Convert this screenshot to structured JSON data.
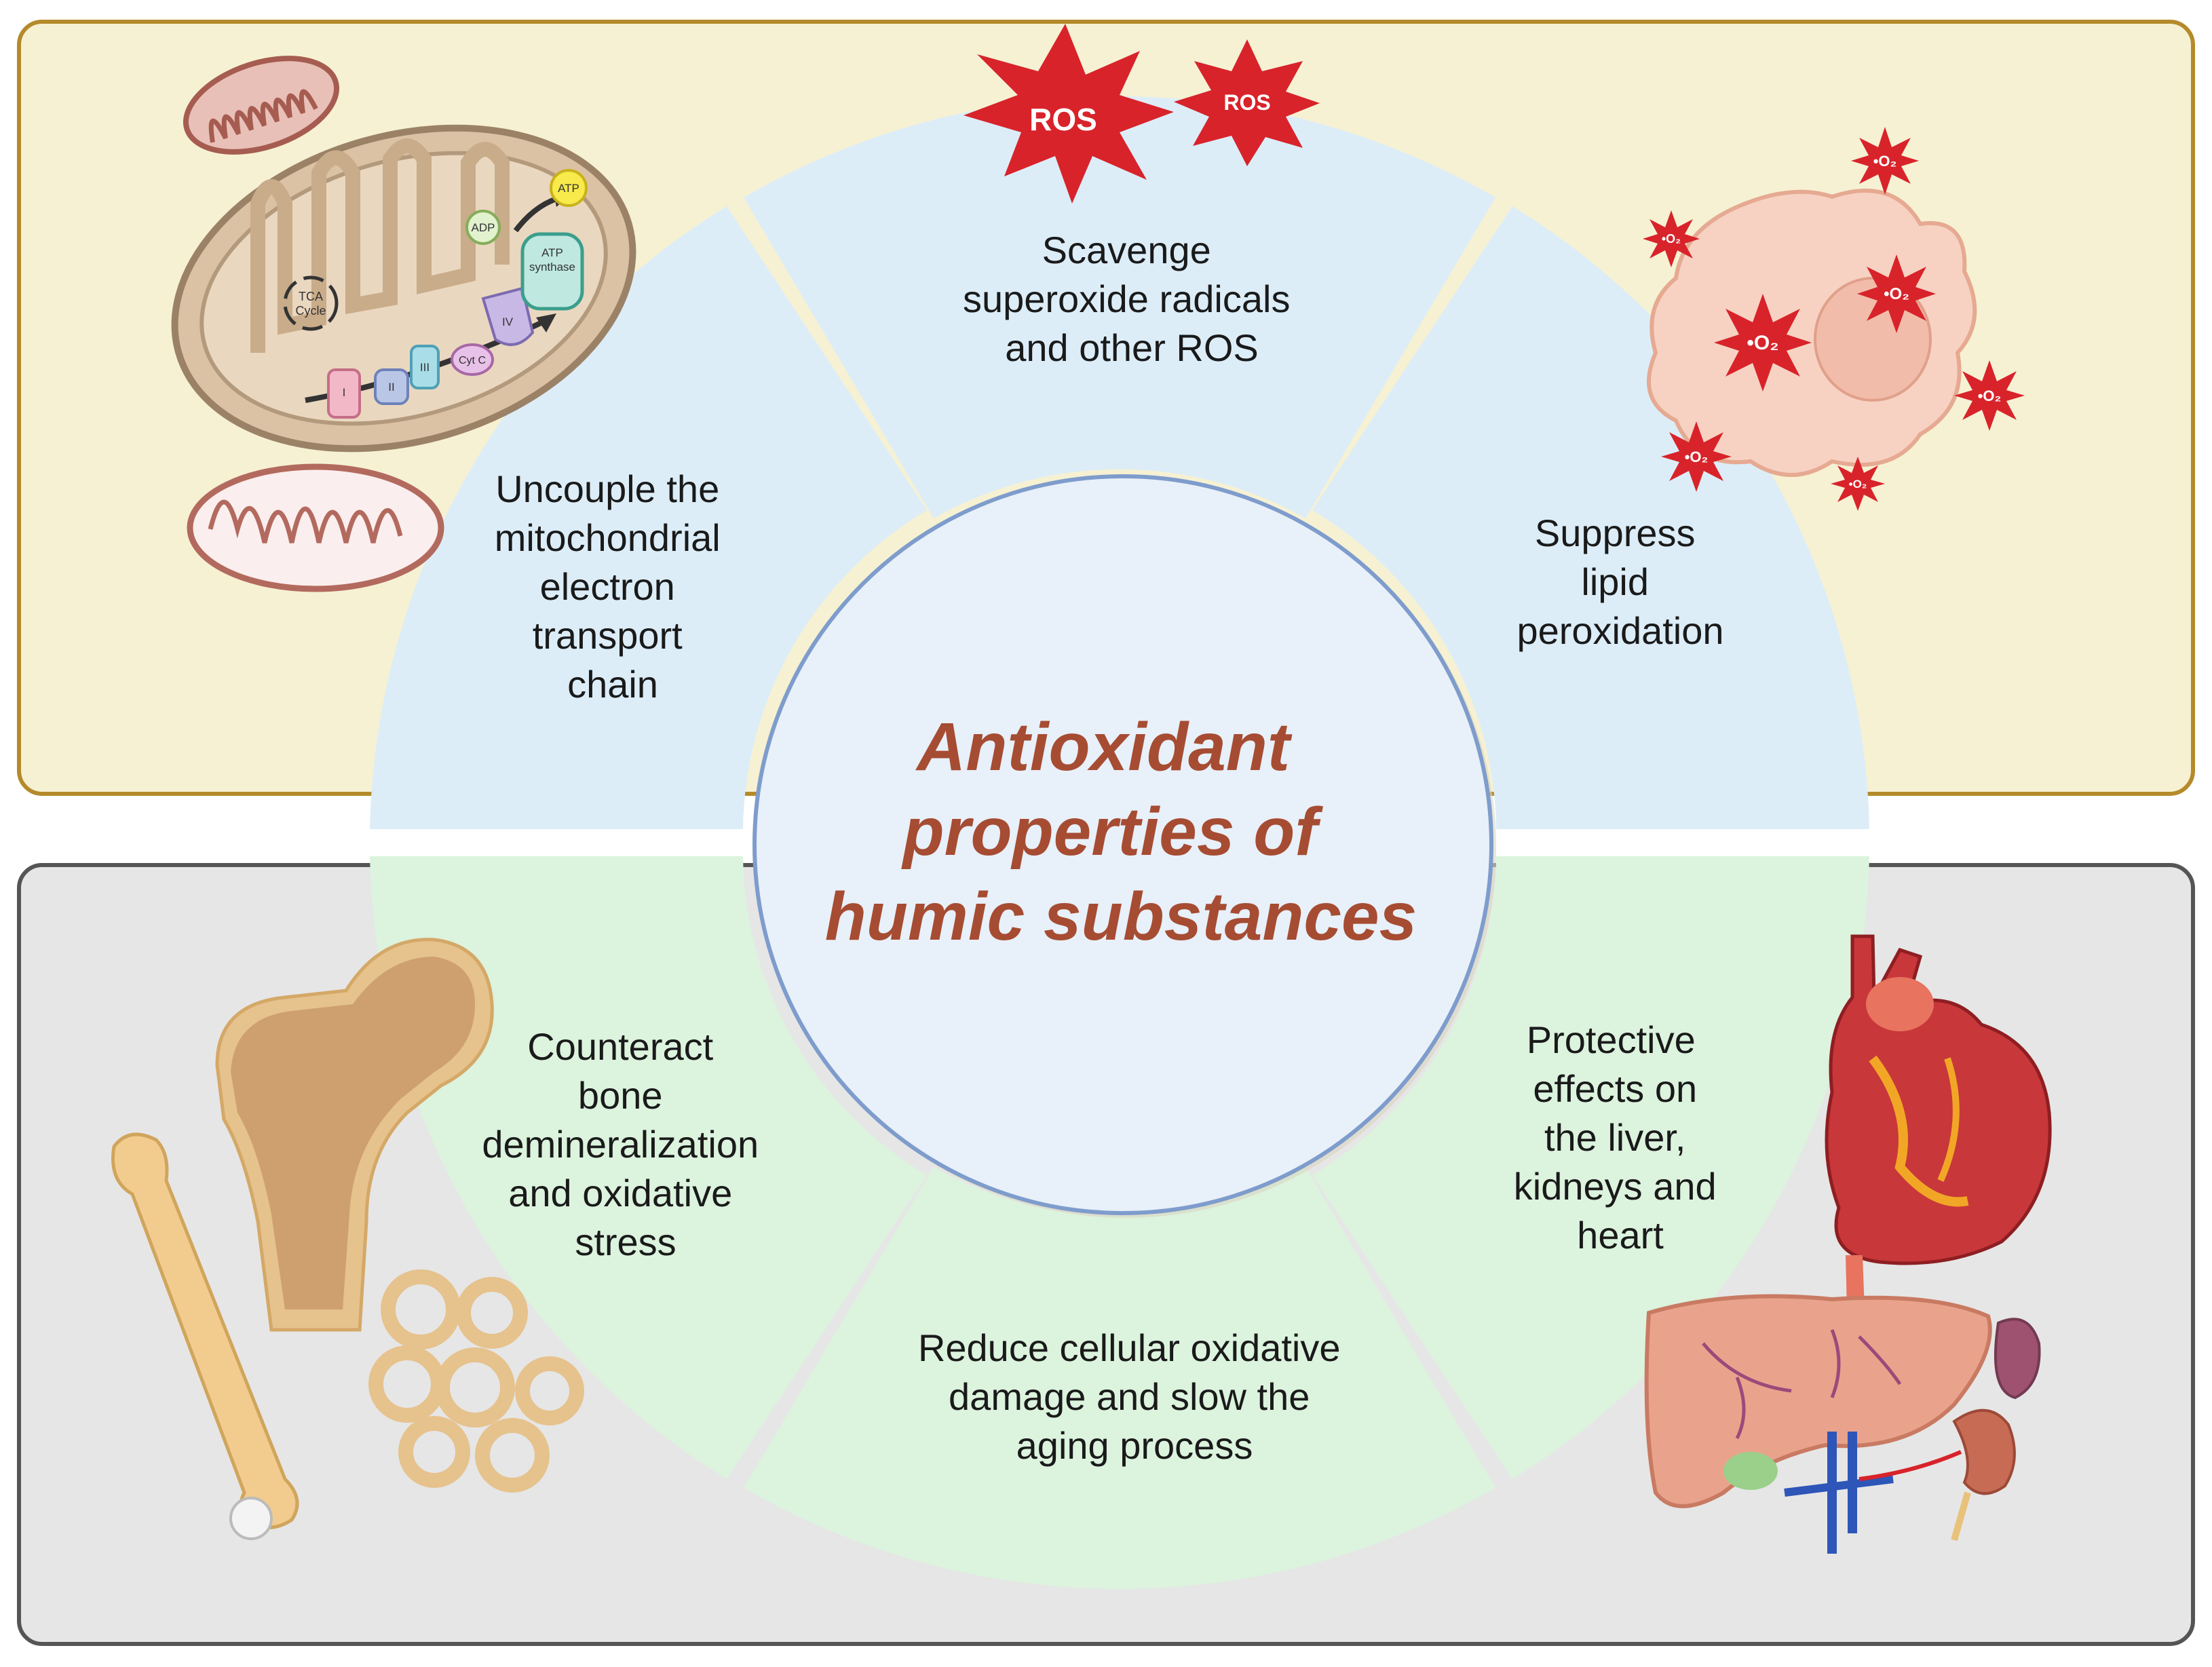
{
  "colors": {
    "top_panel_fill": "#f6f1d3",
    "top_panel_border": "#b58a2a",
    "bottom_panel_fill": "#e6e6e6",
    "bottom_panel_border": "#555555",
    "top_segment_fill": "#dcedf8",
    "bottom_segment_fill": "#dcf3de",
    "center_fill": "#e8f0f9",
    "center_border": "#7e9ccc",
    "title_color": "#a64c32",
    "ros_color": "#d8232a"
  },
  "center": {
    "title_lines": [
      "Antioxidant",
      "properties of",
      "humic substances"
    ]
  },
  "segments": {
    "top_left": [
      "Uncouple the",
      "mitochondrial",
      "electron",
      "transport",
      "chain"
    ],
    "top_middle": [
      "Scavenge",
      "superoxide radicals",
      "and other ROS"
    ],
    "top_right": [
      "Suppress",
      "lipid",
      "peroxidation"
    ],
    "bottom_left": [
      "Counteract",
      "bone",
      "demineralization",
      "and oxidative",
      "stress"
    ],
    "bottom_middle": [
      "Reduce cellular oxidative",
      "damage and slow the",
      "aging process"
    ],
    "bottom_right": [
      "Protective",
      "effects on",
      "the liver,",
      "kidneys and",
      "heart"
    ]
  },
  "ros_labels": [
    "ROS",
    "ROS"
  ],
  "o2_label": "•O₂",
  "mito_labels": {
    "tca": [
      "TCA",
      "Cycle"
    ],
    "adp": "ADP",
    "atp": "ATP",
    "synthase": [
      "ATP",
      "synthase"
    ],
    "complexes": [
      "I",
      "II",
      "III",
      "IV"
    ],
    "cytc": "Cyt C"
  },
  "icons": [
    "mitochondrion-icon",
    "ros-burst-icon",
    "cell-icon",
    "bone-icon",
    "heart-icon",
    "liver-icon",
    "kidney-icon"
  ]
}
